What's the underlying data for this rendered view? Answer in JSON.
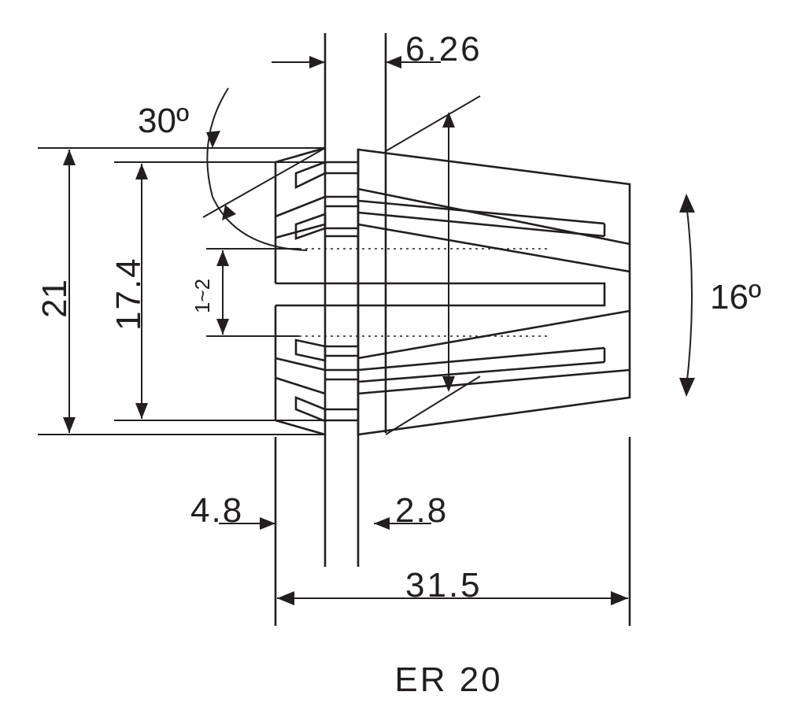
{
  "title": "ER 20",
  "dimensions": {
    "top_width": "6.26",
    "chamfer_angle": "30º",
    "outer_diameter": "21",
    "inner_diameter": "17.4",
    "slot_gap": "1~2",
    "taper_angle": "16º",
    "left_step": "4.8",
    "slot_width": "2.8",
    "overall_length": "31.5"
  }
}
